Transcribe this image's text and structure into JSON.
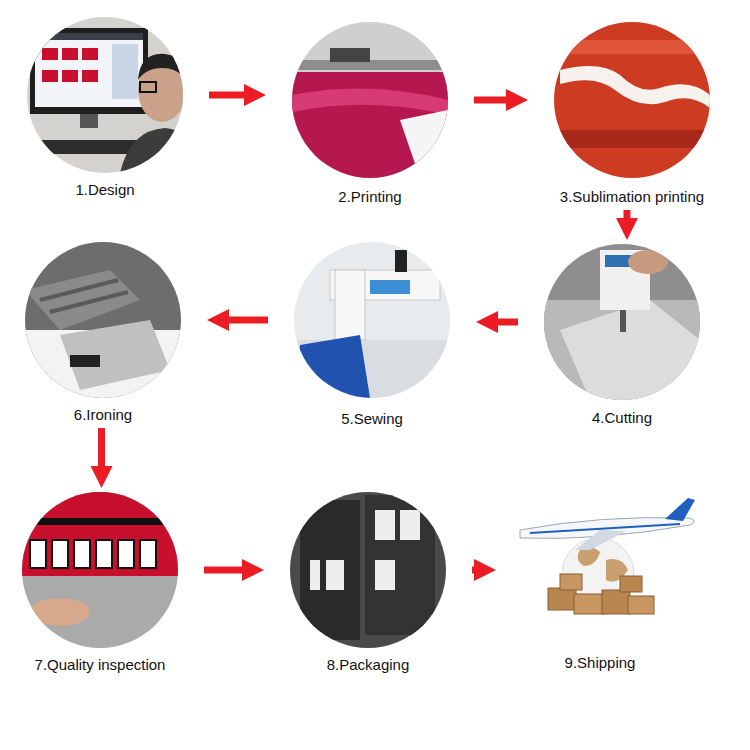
{
  "diagram": {
    "nodes": [
      {
        "text": [
          "1.Design"
        ]
      },
      {
        "text": [
          "2.Printing"
        ]
      },
      {
        "text": [
          "3.Sublimation printing"
        ]
      },
      {
        "text": [
          "4.Cutting"
        ]
      },
      {
        "text": [
          "5.Sewing"
        ]
      },
      {
        "text": [
          "6.Ironing"
        ]
      },
      {
        "text": [
          "7.Quality inspection"
        ]
      },
      {
        "text": [
          "8.Packaging"
        ]
      },
      {
        "text": [
          "9.Shipping"
        ]
      }
    ],
    "edges": [
      {
        "from": 0,
        "to": 1,
        "arrow": "to"
      },
      {
        "from": 1,
        "to": 2,
        "arrow": "to"
      },
      {
        "from": 2,
        "to": 3,
        "arrow": "to"
      },
      {
        "from": 3,
        "to": 4,
        "arrow": "to"
      },
      {
        "from": 4,
        "to": 5,
        "arrow": "to"
      },
      {
        "from": 5,
        "to": 6,
        "arrow": "to"
      },
      {
        "from": 6,
        "to": 7,
        "arrow": "to"
      },
      {
        "from": 7,
        "to": 8,
        "arrow": "to"
      }
    ]
  }
}
